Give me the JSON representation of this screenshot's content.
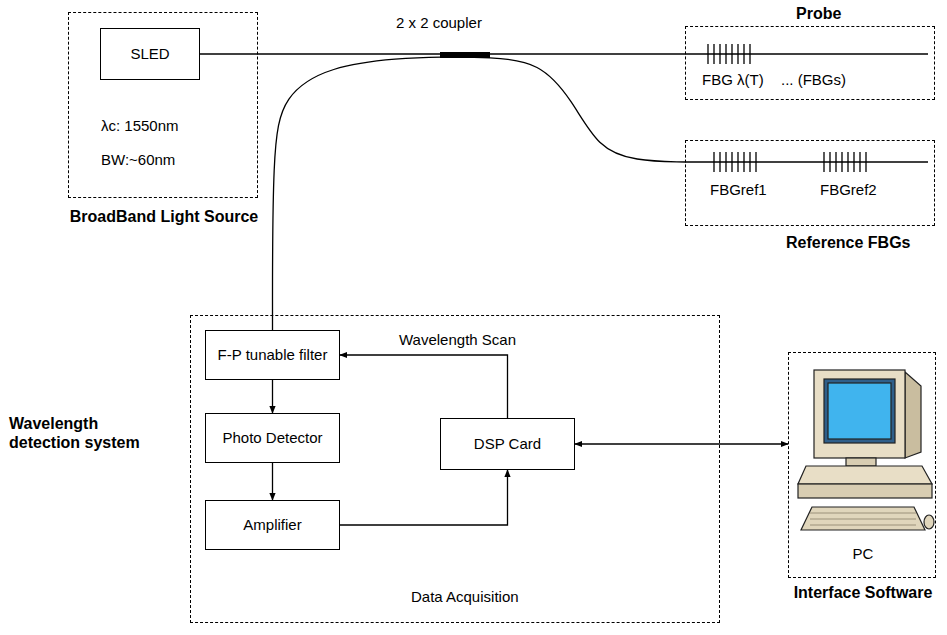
{
  "diagram": {
    "nodes": [
      {
        "text": [
          "λc: 1550nm",
          "BW:~60nm",
          "BroadBand Light Source"
        ]
      },
      {
        "text": [
          "SLED"
        ],
        "in": 0
      },
      {
        "text": [
          "Probe",
          "FBG λ(T)",
          "... (FBGs)"
        ]
      },
      {
        "text": [
          "FBGref1",
          "FBGref2",
          "Reference FBGs"
        ]
      },
      {
        "text": [
          "Wavelength detection system",
          "Wavelength Scan",
          "Data Acquisition"
        ]
      },
      {
        "text": [
          "F-P tunable filter"
        ],
        "in": 4
      },
      {
        "text": [
          "Photo Detector"
        ],
        "in": 4
      },
      {
        "text": [
          "Amplifier"
        ],
        "in": 4
      },
      {
        "text": [
          "DSP Card"
        ],
        "in": 4
      },
      {
        "text": [
          "PC",
          "Interface Software"
        ]
      }
    ],
    "edges": [
      {
        "from": 1,
        "to": 2,
        "arrow": "none"
      },
      {
        "from": 5,
        "to": 3,
        "arrow": "none"
      },
      {
        "from": 5,
        "to": 6,
        "arrow": "to"
      },
      {
        "from": 6,
        "to": 7,
        "arrow": "to"
      },
      {
        "from": 7,
        "to": 8,
        "arrow": "to"
      },
      {
        "from": 8,
        "to": 5,
        "arrow": "to"
      },
      {
        "from": 8,
        "to": 9,
        "arrow": "both"
      }
    ],
    "labels": [
      "2 x 2 coupler"
    ]
  }
}
